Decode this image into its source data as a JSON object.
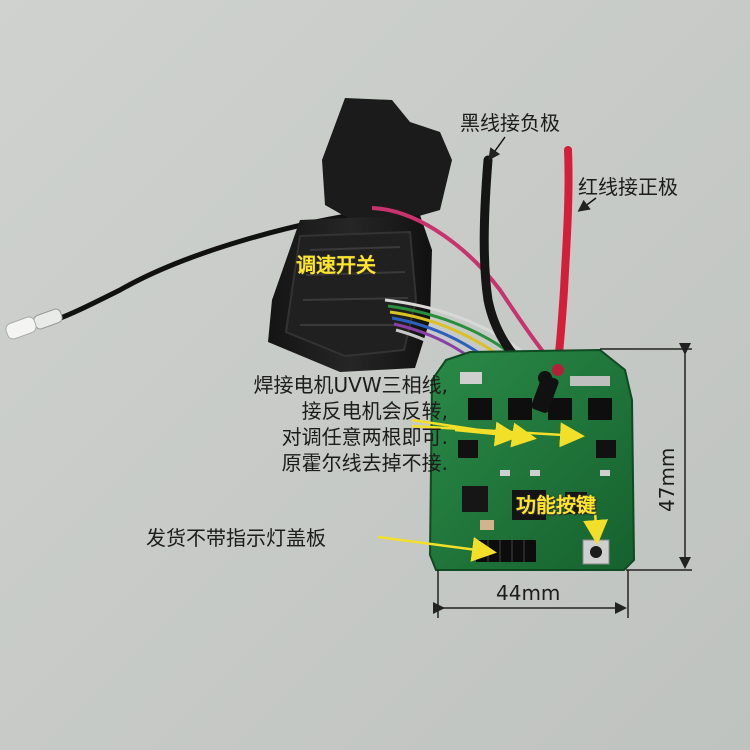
{
  "labels": {
    "black_wire": "黑线接负极",
    "red_wire": "红线接正极",
    "speed_switch": "调速开关",
    "motor_notes": [
      "焊接电机UVW三相线,",
      "接反电机会反转,",
      "对调任意两根即可.",
      "原霍尔线去掉不接."
    ],
    "function_key": "功能按键",
    "shipping_note": "发货不带指示灯盖板",
    "width_dim": "44mm",
    "height_dim": "47mm"
  },
  "colors": {
    "background": "#c9ccc8",
    "pcb": "#1f7a3c",
    "highlight_text": "#ffe52e",
    "arrow": "#f2df2a"
  }
}
